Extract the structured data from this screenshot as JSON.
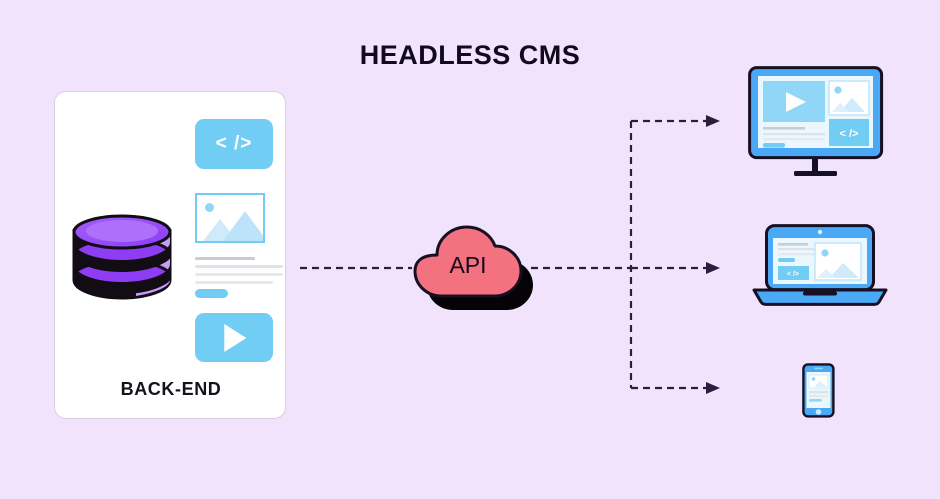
{
  "page": {
    "title": "HEADLESS CMS",
    "background_color": "#f2e3fd"
  },
  "backend": {
    "label": "BACK-END",
    "card_background": "#ffffff",
    "border_color": "#d9cfe4",
    "database_icon": "database-icon",
    "database_color": "#9b4dfa",
    "blocks": [
      {
        "name": "code-block",
        "glyph": "< />",
        "color": "#72cdf4"
      },
      {
        "name": "image-block",
        "glyph": "image-placeholder",
        "color": "#72cdf4"
      },
      {
        "name": "text-lines-block",
        "glyph": "text-lines",
        "color": "#dfe2e7"
      },
      {
        "name": "video-block",
        "glyph": "play-triangle",
        "color": "#72cdf4"
      }
    ]
  },
  "api": {
    "label": "API",
    "cloud_color": "#f4717f",
    "outline_color": "#171023",
    "shadow_color": "#050308"
  },
  "connectors": {
    "from_backend_to_api": "dashed-line",
    "from_api_to_devices": "dashed-branch",
    "color": "#2a1d3d",
    "arrow_count": 3
  },
  "devices": [
    {
      "name": "desktop-monitor",
      "color": "#4aa8f5"
    },
    {
      "name": "laptop",
      "color": "#4aa8f5"
    },
    {
      "name": "smartphone",
      "color": "#4aa8f5"
    }
  ]
}
